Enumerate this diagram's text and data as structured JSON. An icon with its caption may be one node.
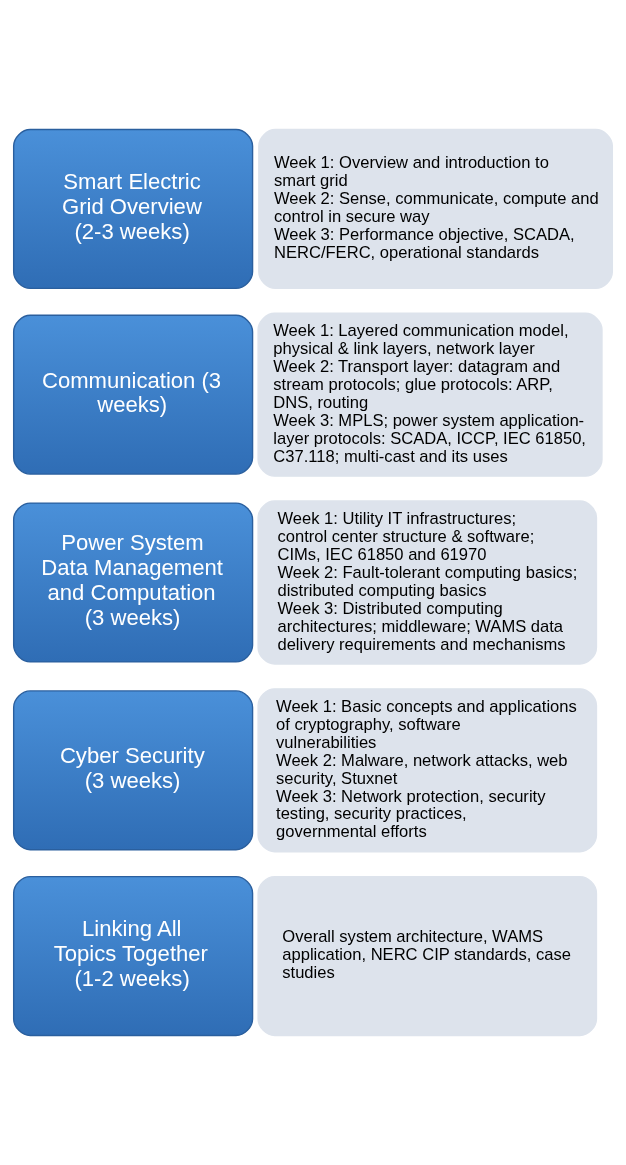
{
  "diagram": {
    "nodes": [
      {
        "text": [
          "Smart Electric Grid Overview (2-3 weeks)"
        ]
      },
      {
        "text": [
          "Week 1: Overview and introduction to smart grid",
          "Week 2: Sense, communicate, compute and control in secure way",
          "Week 3: Performance objective, SCADA, NERC/FERC, operational standards"
        ]
      },
      {
        "text": [
          "Communication (3 weeks)"
        ]
      },
      {
        "text": [
          "Week 1: Layered communication model, physical & link layers, network layer",
          "Week 2: Transport layer: datagram and stream protocols; glue protocols: ARP, DNS, routing",
          "Week 3: MPLS; power system application-layer protocols: SCADA, ICCP, IEC 61850, C37.118; multi-cast and its uses"
        ]
      },
      {
        "text": [
          "Power System Data Management and Computation (3 weeks)"
        ]
      },
      {
        "text": [
          "Week 1: Utility IT infrastructures; control center structure & software; CIMs, IEC 61850 and 61970",
          "Week 2: Fault-tolerant computing basics; distributed computing basics",
          "Week 3: Distributed computing architectures; middleware; WAMS data delivery requirements and mechanisms"
        ]
      },
      {
        "text": [
          "Cyber Security (3 weeks)"
        ]
      },
      {
        "text": [
          "Week 1: Basic concepts and applications of cryptography, software vulnerabilities",
          "Week 2: Malware, network attacks, web security, Stuxnet",
          "Week 3: Network protection, security testing, security practices, governmental efforts"
        ]
      },
      {
        "text": [
          "Linking All Topics Together (1-2 weeks)"
        ]
      },
      {
        "text": [
          "Overall system architecture, WAMS application, NERC CIP standards, case studies"
        ]
      }
    ],
    "edges": []
  }
}
